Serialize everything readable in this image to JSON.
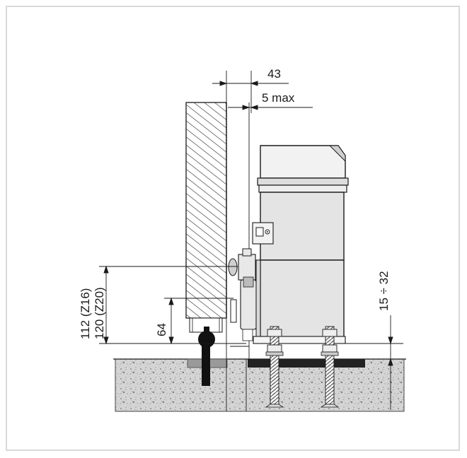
{
  "diagram": {
    "dimensions": {
      "width_43": "43",
      "gap_5max": "5 max",
      "height_z16": "112 (Z16)",
      "height_z20": "120 (Z20)",
      "height_64": "64",
      "range_15_32": "15 ÷ 32"
    },
    "colors": {
      "line": "#1a1a1a",
      "gate_hatch": "#333333",
      "motor_body": "#e4e4e4",
      "concrete": "#cfcfcf",
      "foundation_plate": "#222222",
      "frame_border": "#d9d9d9"
    }
  }
}
